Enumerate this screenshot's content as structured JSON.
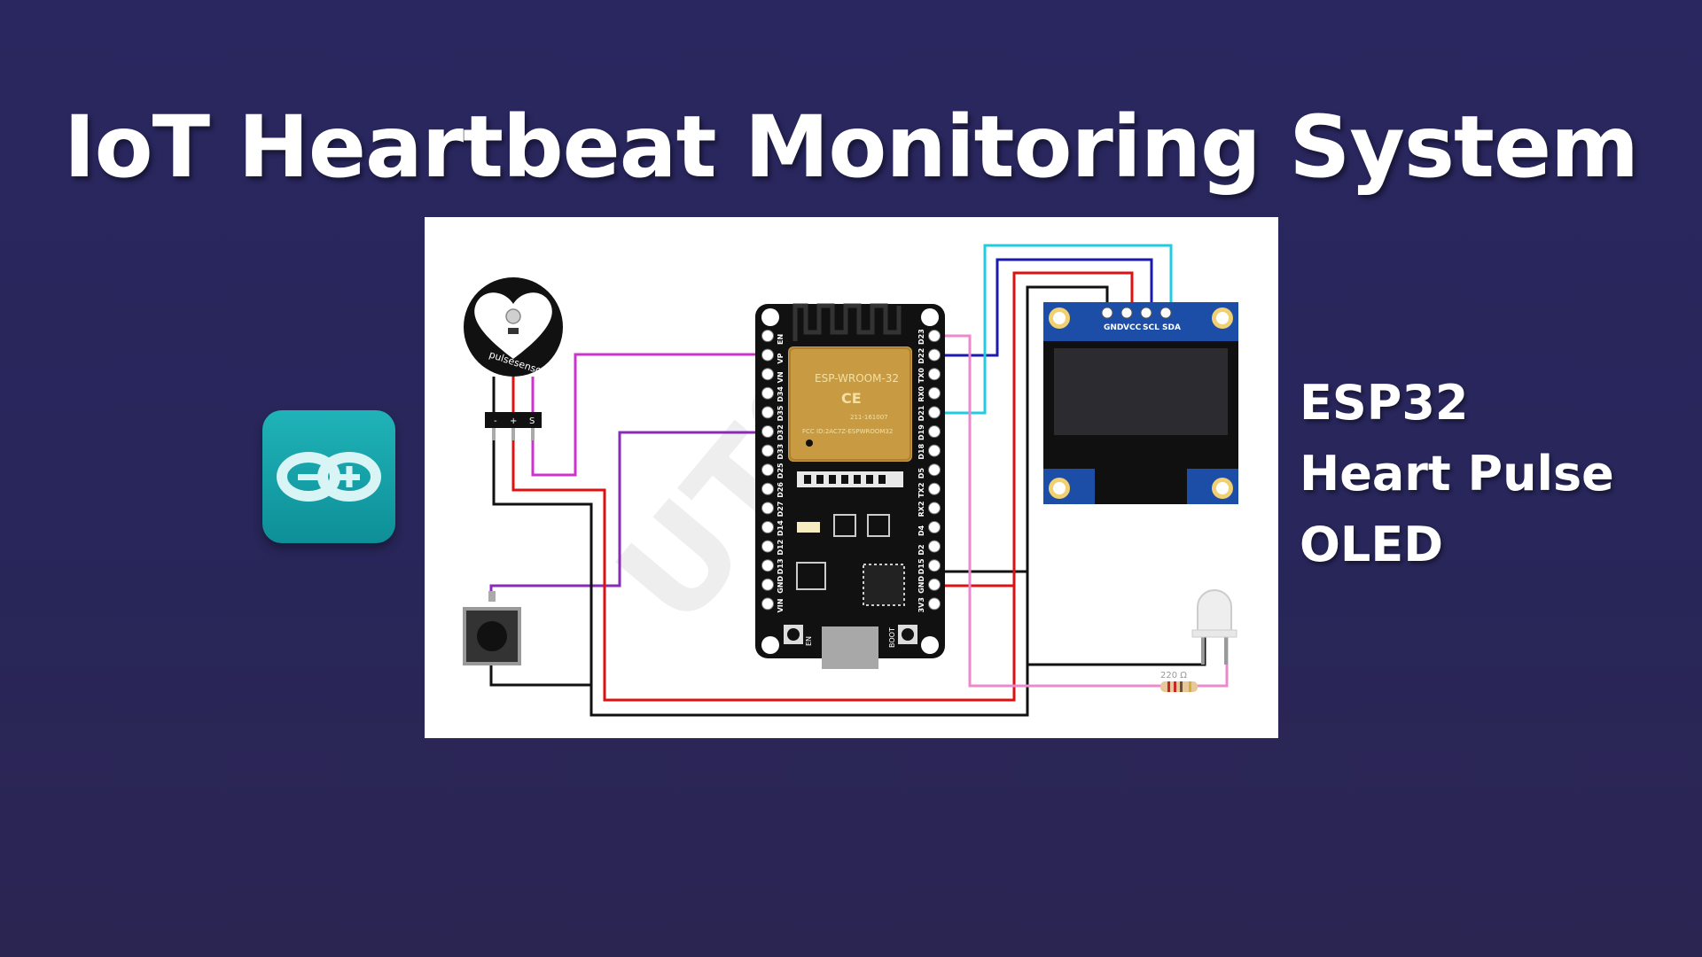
{
  "title": "IoT Heartbeat Monitoring System",
  "side_labels": [
    "ESP32",
    "Heart Pulse",
    "OLED"
  ],
  "logo_icon": "arduino-infinity-icon",
  "diagram": {
    "watermark": "UTS",
    "pulse_sensor": {
      "label": "pulsesensor",
      "pins": [
        "-",
        "+",
        "S"
      ]
    },
    "esp32": {
      "module_label": "ESP-WROOM-32",
      "ce_mark": "CE",
      "cert_id": "211-161007",
      "fcc_id": "FCC ID:2AC7Z-ESPWROOM32",
      "left_pins": [
        "EN",
        "VP",
        "VN",
        "D34",
        "D35",
        "D32",
        "D33",
        "D25",
        "D26",
        "D27",
        "D14",
        "D12",
        "D13",
        "GND",
        "VIN"
      ],
      "right_pins": [
        "D23",
        "D22",
        "TX0",
        "RX0",
        "D21",
        "D19",
        "D18",
        "D5",
        "TX2",
        "RX2",
        "D4",
        "D2",
        "D15",
        "GND",
        "3V3"
      ],
      "en_button": "EN",
      "boot_button": "BOOT"
    },
    "oled": {
      "pins": [
        "GND",
        "VCC",
        "SCL",
        "SDA"
      ]
    },
    "resistor_label": "220 Ω",
    "wire_colors": {
      "signal": "#cc33cc",
      "button": "#8a2bb8",
      "power": "#dd1111",
      "ground": "#111111",
      "scl": "#1a1ab0",
      "sda": "#22cce0",
      "led": "#ee88cc"
    }
  }
}
